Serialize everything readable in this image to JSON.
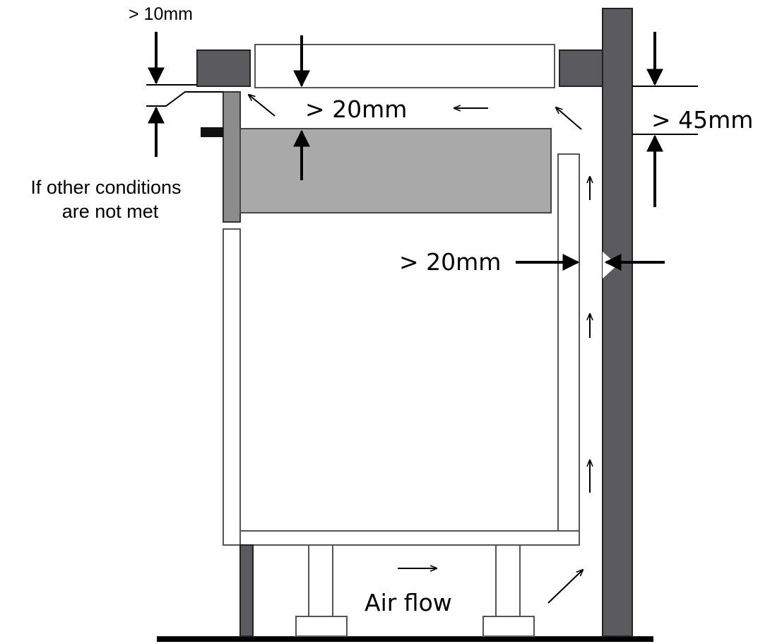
{
  "labels": {
    "gap_10": "> 10mm",
    "gap_20_top": "> 20mm",
    "gap_45": "> 45mm",
    "gap_20_side": "> 20mm",
    "note_line1": "If other conditions",
    "note_line2": "are not met",
    "airflow": "Air flow"
  },
  "colors": {
    "wall": "#5b5b5f",
    "frame": "#5b5b5f",
    "hob_body": "#a9a9a9",
    "cabinet": "#ffffff",
    "line": "#000000"
  }
}
